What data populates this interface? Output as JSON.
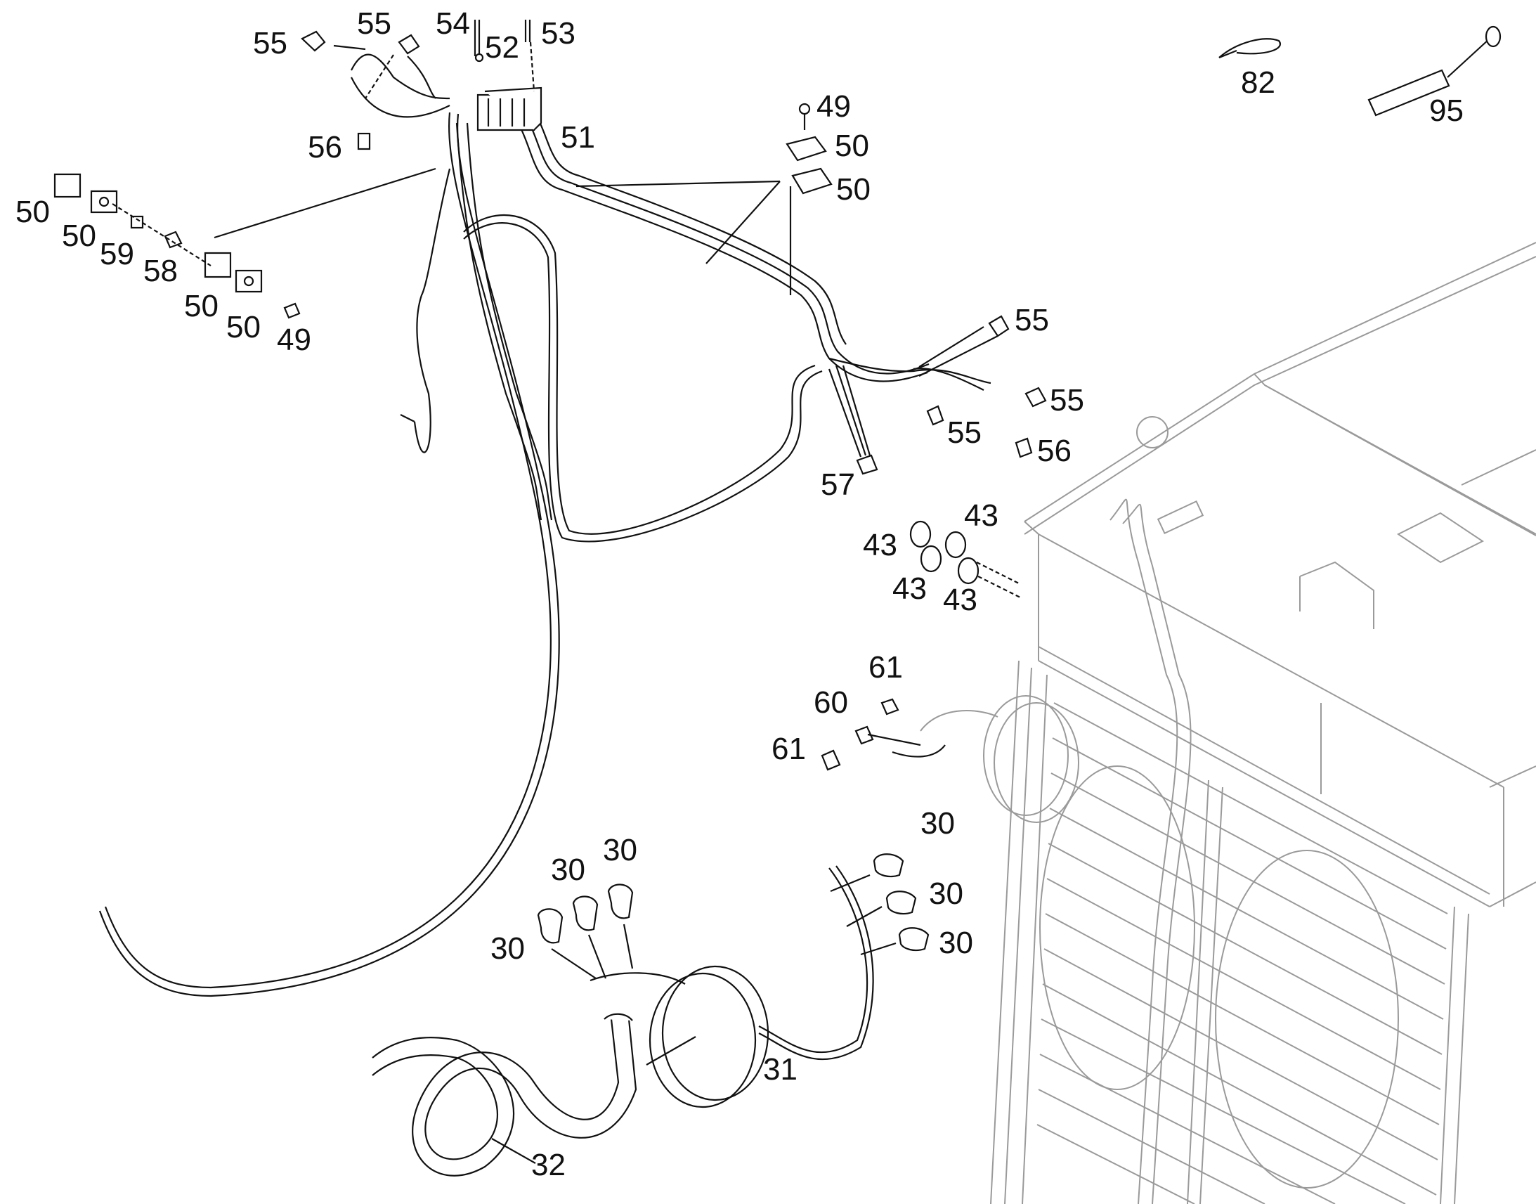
{
  "callouts": [
    {
      "id": "c55a",
      "text": "55"
    },
    {
      "id": "c55b",
      "text": "55"
    },
    {
      "id": "c54",
      "text": "54"
    },
    {
      "id": "c52",
      "text": "52"
    },
    {
      "id": "c53",
      "text": "53"
    },
    {
      "id": "c56a",
      "text": "56"
    },
    {
      "id": "c51",
      "text": "51"
    },
    {
      "id": "c49a",
      "text": "49"
    },
    {
      "id": "c50a",
      "text": "50"
    },
    {
      "id": "c50b",
      "text": "50"
    },
    {
      "id": "c50c",
      "text": "50"
    },
    {
      "id": "c50d",
      "text": "50"
    },
    {
      "id": "c59",
      "text": "59"
    },
    {
      "id": "c58",
      "text": "58"
    },
    {
      "id": "c50e",
      "text": "50"
    },
    {
      "id": "c50f",
      "text": "50"
    },
    {
      "id": "c49b",
      "text": "49"
    },
    {
      "id": "c82",
      "text": "82"
    },
    {
      "id": "c95",
      "text": "95"
    },
    {
      "id": "c55c",
      "text": "55"
    },
    {
      "id": "c55d",
      "text": "55"
    },
    {
      "id": "c55e",
      "text": "55"
    },
    {
      "id": "c56b",
      "text": "56"
    },
    {
      "id": "c57",
      "text": "57"
    },
    {
      "id": "c43a",
      "text": "43"
    },
    {
      "id": "c43b",
      "text": "43"
    },
    {
      "id": "c43c",
      "text": "43"
    },
    {
      "id": "c43d",
      "text": "43"
    },
    {
      "id": "c61a",
      "text": "61"
    },
    {
      "id": "c60",
      "text": "60"
    },
    {
      "id": "c61b",
      "text": "61"
    },
    {
      "id": "c30a",
      "text": "30"
    },
    {
      "id": "c30b",
      "text": "30"
    },
    {
      "id": "c30c",
      "text": "30"
    },
    {
      "id": "c30d",
      "text": "30"
    },
    {
      "id": "c30e",
      "text": "30"
    },
    {
      "id": "c30f",
      "text": "30"
    },
    {
      "id": "c31",
      "text": "31"
    },
    {
      "id": "c32",
      "text": "32"
    }
  ]
}
